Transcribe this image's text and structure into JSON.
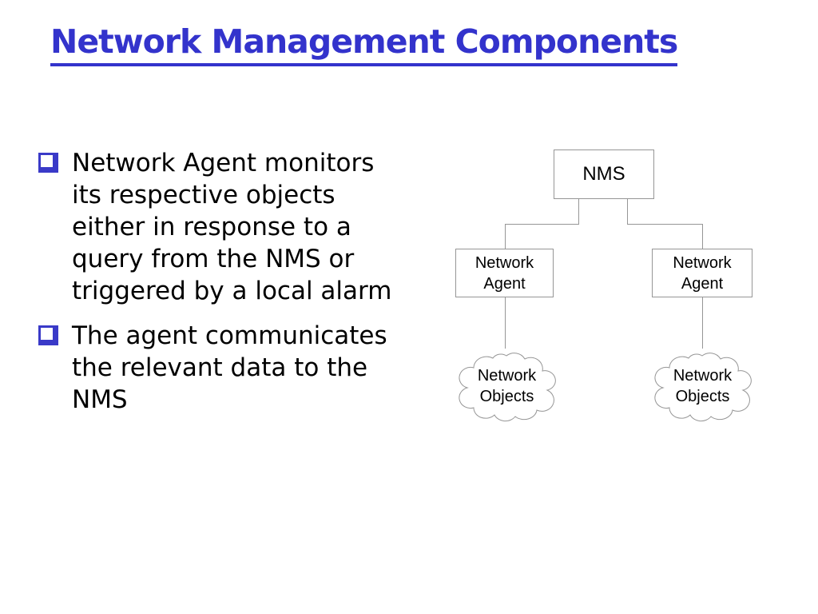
{
  "slide": {
    "title": "Network Management Components",
    "bullets": [
      {
        "lines": [
          "Network Agent monitors",
          "its respective objects",
          "either in response to a",
          "query from the NMS or",
          "triggered by a local alarm"
        ]
      },
      {
        "lines": [
          "The agent communicates",
          "the relevant data to the",
          "NMS"
        ]
      }
    ]
  },
  "diagram": {
    "nms_label": "NMS",
    "agent_left_label": [
      "Network",
      "Agent"
    ],
    "agent_right_label": [
      "Network",
      "Agent"
    ],
    "objects_left_label": [
      "Network",
      "Objects"
    ],
    "objects_right_label": [
      "Network",
      "Objects"
    ]
  },
  "colors": {
    "title_blue": "#3333CC",
    "bullet_blue": "#3A3AC8",
    "body_text": "#000000",
    "diagram_line_gray": "#969696",
    "background": "#FFFFFF"
  }
}
